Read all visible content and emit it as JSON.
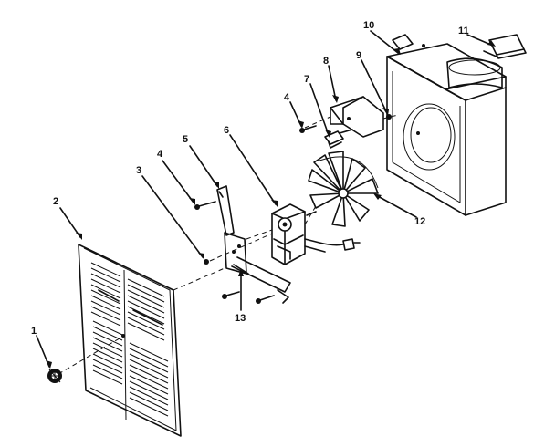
{
  "labels": {
    "l1": "1",
    "l2": "2",
    "l3": "3",
    "l4a": "4",
    "l4b": "4",
    "l5": "5",
    "l6": "6",
    "l7": "7",
    "l8": "8",
    "l9": "9",
    "l10": "10",
    "l11": "11",
    "l12": "12",
    "l13": "13"
  }
}
